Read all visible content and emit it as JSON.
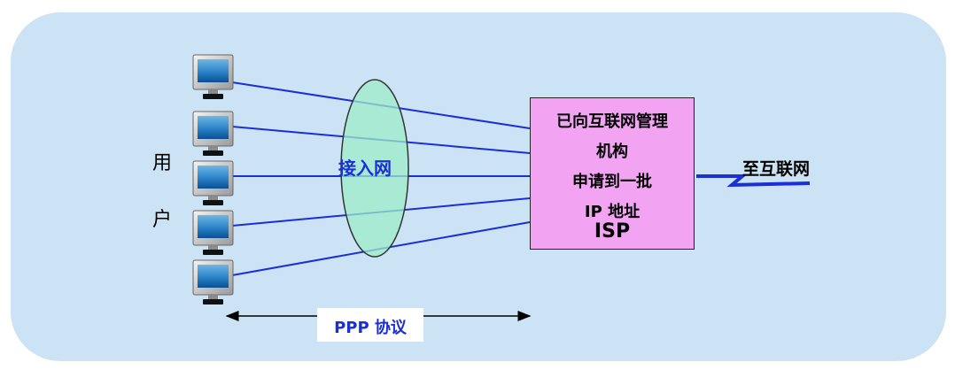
{
  "users": {
    "label_line1": "用",
    "label_line2": "户",
    "count": 5
  },
  "access_network": {
    "label": "接入网",
    "fill_color": "#9eecc8"
  },
  "isp_box": {
    "lines": [
      "已向互联网管理",
      "机构",
      "申请到一批",
      "IP 地址"
    ],
    "name": "ISP",
    "fill_color": "#f2a3f2"
  },
  "uplink": {
    "label": "至互联网"
  },
  "protocol": {
    "label": "PPP 协议"
  },
  "colors": {
    "link_line": "#1a2fd6",
    "background": "#cce3f5"
  }
}
